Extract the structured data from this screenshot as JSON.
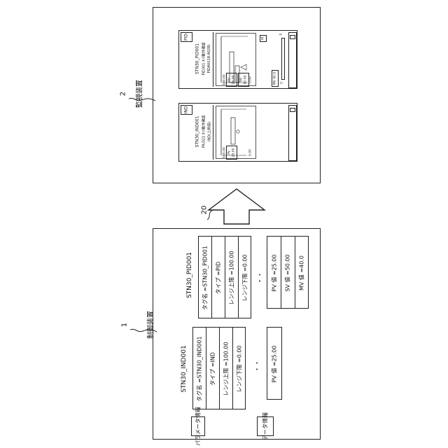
{
  "monitor": {
    "ref": "2",
    "title": "監視装置",
    "faceplate_pid": {
      "type_tag": "PID",
      "tag": "STN30_PID001",
      "comment1": "PID301 ﾀﾝｸ動作確認",
      "comment2": "PIDAVI(18.A028)",
      "range_high": "100.00",
      "range_low": "0.00",
      "pv_label": "PV",
      "pv_value": "25.00",
      "sv_label": "SV",
      "sv_value": "50.00",
      "mode": "M",
      "mv_value": "MV 40.0",
      "c_label": "C",
      "zero_label": "0"
    },
    "faceplate_ind": {
      "type_tag": "IND",
      "tag": "STN30_IND001",
      "comment1": "PIU321 ﾀﾝｸ動作確認",
      "comment2": "IND(上昇値)",
      "range_high": "100.00",
      "range_low": "0.00",
      "pv_label": "PV",
      "pv_value": "25.00"
    }
  },
  "arrow": {
    "ref": "20"
  },
  "controller": {
    "ref": "1",
    "title": "制御装置",
    "ind": {
      "name": "STN30_IND001",
      "params": [
        "タグ名 =STN30_IND001",
        "タイプ =IND",
        "レンジ上限 =100.00",
        "レンジ下限 =0.00"
      ],
      "data": [
        "PV 値 =25.00"
      ]
    },
    "pid": {
      "name": "STN30_PID001",
      "params": [
        "タグ名 =STN30_PID001",
        "タイプ =PID",
        "レンジ上限 =100.00",
        "レンジ下限 =0.00"
      ],
      "data": [
        "PV 値 =25.00",
        "SV 値 =50.00",
        "MV 値 =40.0"
      ]
    },
    "ellipsis": "・・",
    "legend_param": "パラメータ情報",
    "legend_data": "データ情報"
  }
}
